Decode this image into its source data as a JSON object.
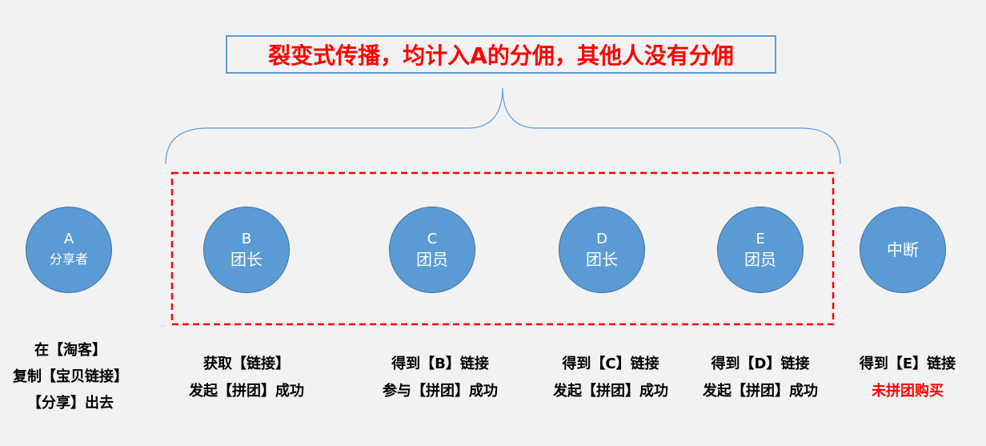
{
  "title": "裂变式传播，均计入A的分佣，其他人没有分佣",
  "nodes": [
    {
      "letter": "A",
      "role": "分享者"
    },
    {
      "letter": "B",
      "role": "团长"
    },
    {
      "letter": "C",
      "role": "团员"
    },
    {
      "letter": "D",
      "role": "团长"
    },
    {
      "letter": "E",
      "role": "团员"
    },
    {
      "letter": "",
      "role": "中断"
    }
  ],
  "captions": [
    [
      "在【淘客】",
      "复制【宝贝链接】",
      "【分享】出去"
    ],
    [
      "获取【链接】",
      "发起【拼团】成功"
    ],
    [
      "得到【B】链接",
      "参与【拼团】成功"
    ],
    [
      "得到【C】链接",
      "发起【拼团】成功"
    ],
    [
      "得到【D】链接",
      "发起【拼团】成功"
    ],
    [
      "得到【E】链接",
      "未拼团购买"
    ]
  ],
  "colors": {
    "node": "#5b9bd5",
    "highlight": "#ff0000",
    "brace": "#5b9bd5"
  }
}
